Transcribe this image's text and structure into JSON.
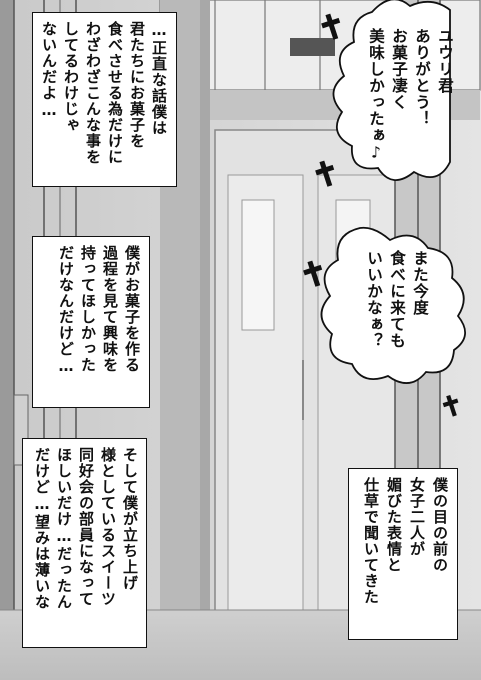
{
  "captions": {
    "top_left": "…正直な話僕は\n君たちにお菓子を\n食べさせる為だけに\nわざわざこんな事を\nしてるわけじゃ\nないんだよ…",
    "mid_left": "僕がお菓子を作る\n過程を見て興味を\n持ってほしかった\nだけなんだけど…",
    "bottom_center": "そして僕が立ち上げ\n様としているスイーツ\n同好会の部員になって\nほしいだけ…だったん\nだけど…望みは薄いな",
    "bottom_right": "僕の目の前の\n女子二人が\n媚びた表情と\n仕草で聞いてきた"
  },
  "bubbles": {
    "top": "ユウリ君\nありがとう！\nお菓子凄く\n美味しかったぁ♪",
    "middle": "また今度\n食べに来ても\nいいかなぁ？"
  },
  "effects": {
    "symbol": "✝"
  },
  "colors": {
    "ink": "#111111",
    "wall": "#d9d9d9",
    "pillar": "#b5b5b5",
    "door": "#e6e6e6"
  }
}
